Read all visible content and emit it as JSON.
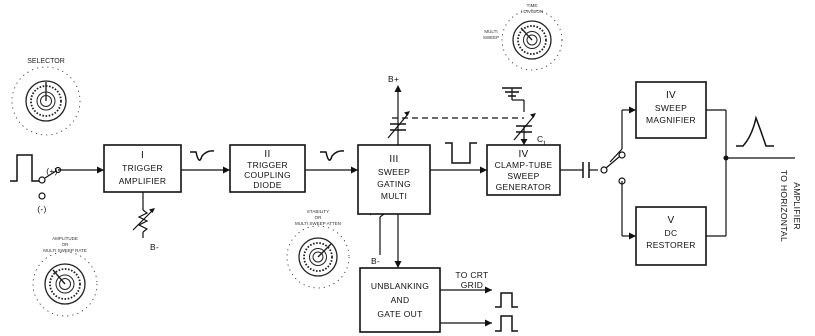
{
  "blocks": [
    {
      "numeral": "I",
      "line1": "TRIGGER",
      "line2": "AMPLIFIER"
    },
    {
      "numeral": "II",
      "line1": "TRIGGER",
      "line2": "COUPLING",
      "line3": "DIODE"
    },
    {
      "numeral": "III",
      "line1": "SWEEP",
      "line2": "GATING",
      "line3": "MULTI"
    },
    {
      "numeral": "IV",
      "line1": "CLAMP-TUBE",
      "line2": "SWEEP",
      "line3": "GENERATOR"
    },
    {
      "numeral": "IV",
      "line1": "SWEEP",
      "line2": "MAGNIFIER"
    },
    {
      "numeral": "V",
      "line1": "DC",
      "line2": "RESTORER"
    },
    {
      "line1": "UNBLANKING",
      "line2": "AND",
      "line3": "GATE OUT"
    }
  ],
  "labels": {
    "plus": "(+)",
    "minus": "(-)",
    "b_plus": "B+",
    "b_minus_1": "B-",
    "b_minus_2": "B-",
    "ct": "C",
    "ct_sub": "t",
    "crt_1": "TO CRT",
    "crt_2": "GRID",
    "horizontal_1": "TO HORIZONTAL",
    "horizontal_2": "AMPLIFIER"
  },
  "knobs": {
    "selector": "SELECTOR",
    "amplitude_1": "AMPLITUDE",
    "amplitude_2": "OR",
    "amplitude_3": "MULTI SWEEP RATE",
    "stability_1": "STABILITY",
    "stability_2": "OR",
    "stability_3": "MULTI SWEEP ATTEN",
    "time_1": "TIME",
    "time_2": "/ DIVISION",
    "time_3": "MULTI",
    "time_4": "SWEEP"
  }
}
